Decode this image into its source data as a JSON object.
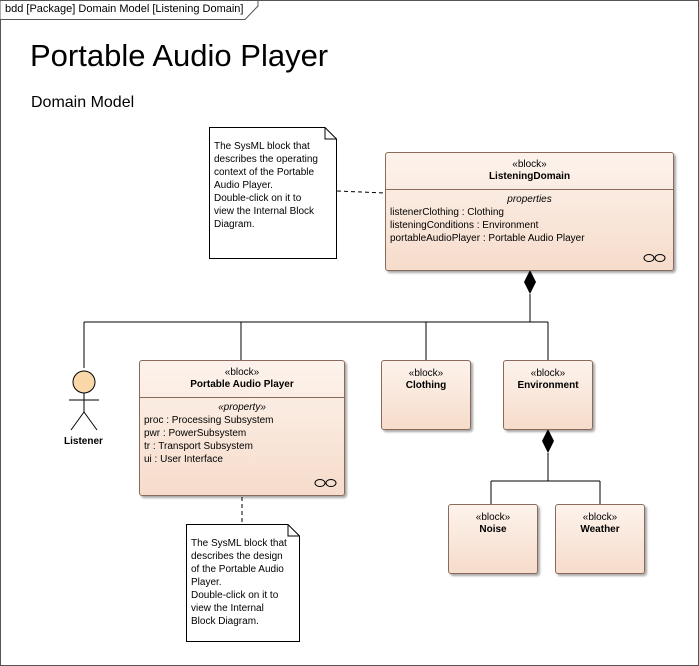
{
  "frame": {
    "label": "bdd [Package] Domain Model [Listening Domain]"
  },
  "title": "Portable Audio Player",
  "subtitle": "Domain Model",
  "notes": [
    {
      "text": "The SysML block that\ndescribes the operating\ncontext of the Portable\nAudio Player.\nDouble-click on it to\nview the Internal Block\nDiagram."
    },
    {
      "text": "The SysML block that\ndescribes the design\nof the Portable Audio\nPlayer.\nDouble-click on it to\nview the Internal\nBlock Diagram."
    }
  ],
  "blocks": {
    "listening_domain": {
      "stereotype": "«block»",
      "name": "ListeningDomain",
      "compartment_title": "properties",
      "properties": [
        "listenerClothing : Clothing",
        "listeningConditions : Environment",
        "portableAudioPlayer : Portable Audio Player"
      ],
      "link_icon": "infinity-link-icon"
    },
    "portable_audio_player": {
      "stereotype": "«block»",
      "name": "Portable Audio Player",
      "compartment_title": "«property»",
      "properties": [
        "proc : Processing Subsystem",
        "pwr : PowerSubsystem",
        "tr : Transport Subsystem",
        "ui : User Interface"
      ],
      "link_icon": "infinity-link-icon"
    },
    "clothing": {
      "stereotype": "«block»",
      "name": "Clothing"
    },
    "environment": {
      "stereotype": "«block»",
      "name": "Environment"
    },
    "noise": {
      "stereotype": "«block»",
      "name": "Noise"
    },
    "weather": {
      "stereotype": "«block»",
      "name": "Weather"
    }
  },
  "actor": {
    "label": "Listener",
    "icon": "stick-figure-actor-icon"
  },
  "colors": {
    "block_fill_top": "#fdf3ec",
    "block_fill_bottom": "#f6dccb",
    "block_border": "#8a6a5a",
    "actor_head": "#f9d7a8"
  }
}
